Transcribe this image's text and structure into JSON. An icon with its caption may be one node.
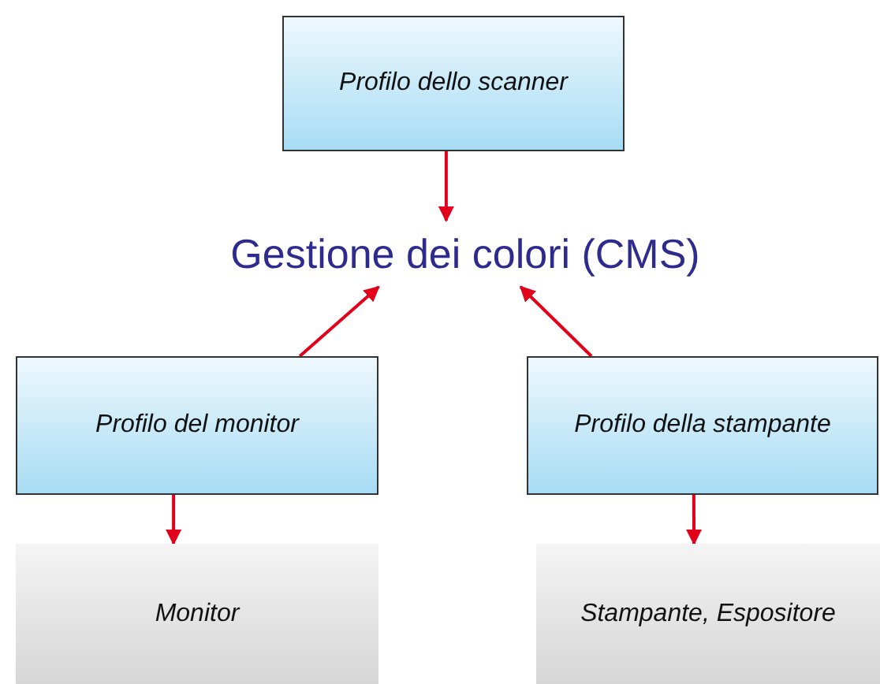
{
  "diagram": {
    "nodes": [
      {
        "text": [
          "Profilo dello scanner"
        ]
      },
      {
        "text": [
          "Gestione dei colori (CMS)"
        ]
      },
      {
        "text": [
          "Profilo del monitor"
        ]
      },
      {
        "text": [
          "Profilo della stampante"
        ]
      },
      {
        "text": [
          "Monitor"
        ]
      },
      {
        "text": [
          "Stampante, Espositore"
        ]
      }
    ],
    "edges": [
      {
        "from": 0,
        "to": 1,
        "arrow": "to"
      },
      {
        "from": 2,
        "to": 1,
        "arrow": "to"
      },
      {
        "from": 3,
        "to": 1,
        "arrow": "to"
      },
      {
        "from": 2,
        "to": 4,
        "arrow": "to"
      },
      {
        "from": 3,
        "to": 5,
        "arrow": "to"
      }
    ]
  }
}
